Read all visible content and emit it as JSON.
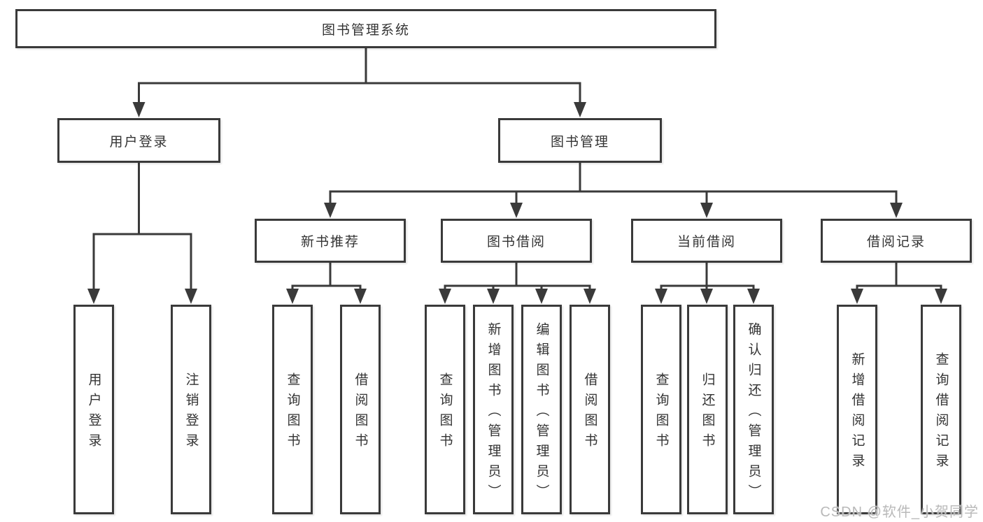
{
  "diagram": {
    "root": {
      "label": "图书管理系统"
    },
    "user_login": {
      "label": "用户登录",
      "children": [
        "用户登录",
        "注销登录"
      ]
    },
    "book_management": {
      "label": "图书管理",
      "sections": {
        "new_book_recommend": {
          "label": "新书推荐",
          "children": [
            "查询图书",
            "借阅图书"
          ]
        },
        "book_borrow": {
          "label": "图书借阅",
          "children": [
            "查询图书",
            "新增图书（管理员）",
            "编辑图书（管理员）",
            "借阅图书"
          ]
        },
        "current_borrow": {
          "label": "当前借阅",
          "children": [
            "查询图书",
            "归还图书",
            "确认归还（管理员）"
          ]
        },
        "borrow_record": {
          "label": "借阅记录",
          "children": [
            "新增借阅记录",
            "查询借阅记录"
          ]
        }
      }
    }
  },
  "watermark": "CSDN @软件_小贺同学",
  "colors": {
    "line": "#3a3a3a",
    "text": "#333333",
    "watermark": "#b9b9b9",
    "background": "#ffffff"
  }
}
